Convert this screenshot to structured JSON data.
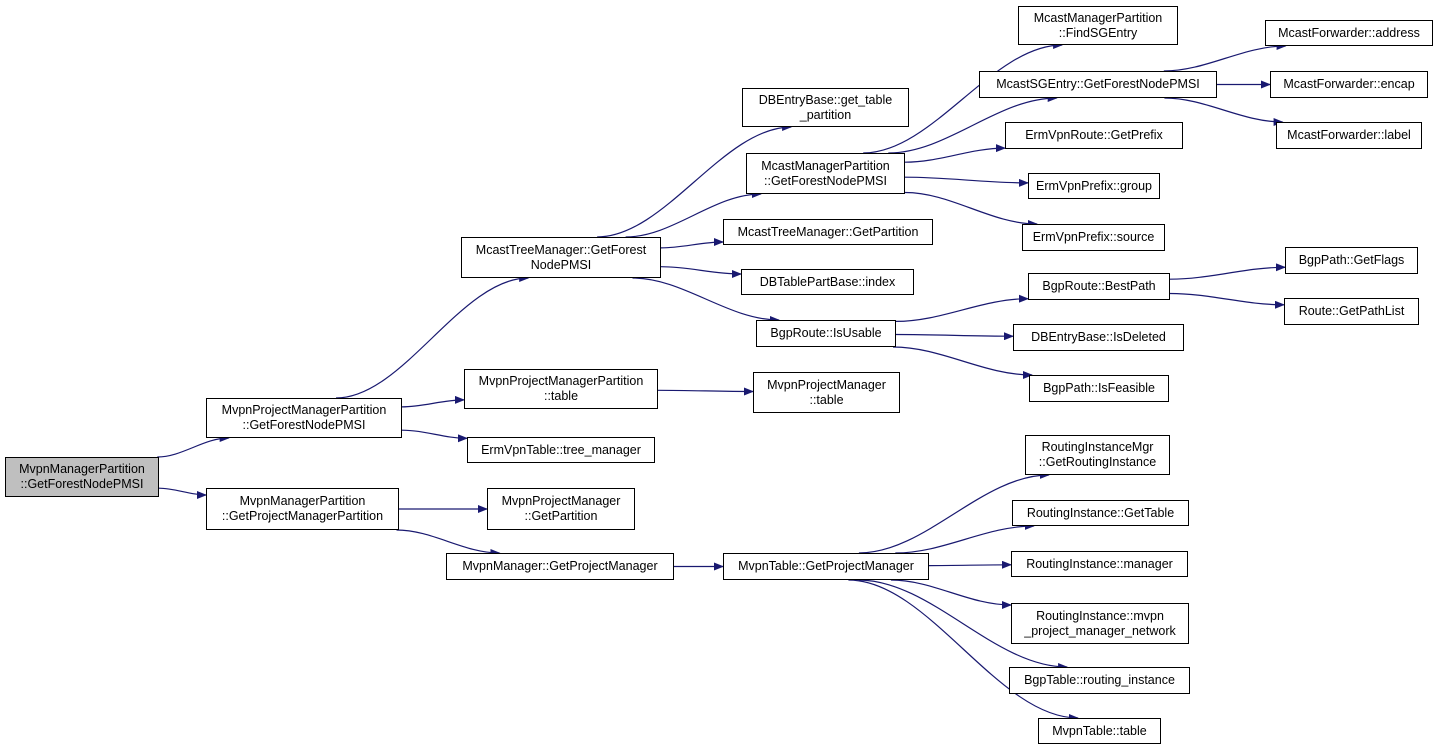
{
  "graph": {
    "colors": {
      "edge": "#191970",
      "node_border": "#000000",
      "root_fill": "#bfbfbf",
      "node_fill": "#ffffff"
    },
    "nodes": [
      {
        "id": "n0",
        "lines": [
          "MvpnManagerPartition",
          "::GetForestNodePMSI"
        ],
        "root": true
      },
      {
        "id": "n1",
        "lines": [
          "MvpnProjectManagerPartition",
          "::GetForestNodePMSI"
        ]
      },
      {
        "id": "n2",
        "lines": [
          "MvpnManagerPartition",
          "::GetProjectManagerPartition"
        ]
      },
      {
        "id": "n3",
        "lines": [
          "McastTreeManager::GetForest",
          "NodePMSI"
        ]
      },
      {
        "id": "n4",
        "lines": [
          "MvpnProjectManagerPartition",
          "::table"
        ]
      },
      {
        "id": "n5",
        "lines": [
          "ErmVpnTable::tree_manager"
        ]
      },
      {
        "id": "n6",
        "lines": [
          "DBEntryBase::get_table",
          "_partition"
        ]
      },
      {
        "id": "n7",
        "lines": [
          "McastManagerPartition",
          "::GetForestNodePMSI"
        ]
      },
      {
        "id": "n8",
        "lines": [
          "McastTreeManager::GetPartition"
        ]
      },
      {
        "id": "n9",
        "lines": [
          "DBTablePartBase::index"
        ]
      },
      {
        "id": "n10",
        "lines": [
          "BgpRoute::IsUsable"
        ]
      },
      {
        "id": "n11",
        "lines": [
          "McastManagerPartition",
          "::FindSGEntry"
        ]
      },
      {
        "id": "n12",
        "lines": [
          "McastSGEntry::GetForestNodePMSI"
        ]
      },
      {
        "id": "n13",
        "lines": [
          "ErmVpnRoute::GetPrefix"
        ]
      },
      {
        "id": "n14",
        "lines": [
          "ErmVpnPrefix::group"
        ]
      },
      {
        "id": "n15",
        "lines": [
          "ErmVpnPrefix::source"
        ]
      },
      {
        "id": "n16",
        "lines": [
          "McastForwarder::address"
        ]
      },
      {
        "id": "n17",
        "lines": [
          "McastForwarder::encap"
        ]
      },
      {
        "id": "n18",
        "lines": [
          "McastForwarder::label"
        ]
      },
      {
        "id": "n19",
        "lines": [
          "BgpRoute::BestPath"
        ]
      },
      {
        "id": "n20",
        "lines": [
          "DBEntryBase::IsDeleted"
        ]
      },
      {
        "id": "n21",
        "lines": [
          "BgpPath::IsFeasible"
        ]
      },
      {
        "id": "n22",
        "lines": [
          "BgpPath::GetFlags"
        ]
      },
      {
        "id": "n23",
        "lines": [
          "Route::GetPathList"
        ]
      },
      {
        "id": "n24",
        "lines": [
          "MvpnProjectManager",
          "::table"
        ]
      },
      {
        "id": "n25",
        "lines": [
          "MvpnProjectManager",
          "::GetPartition"
        ]
      },
      {
        "id": "n26",
        "lines": [
          "MvpnManager::GetProjectManager"
        ]
      },
      {
        "id": "n27",
        "lines": [
          "MvpnTable::GetProjectManager"
        ]
      },
      {
        "id": "n28",
        "lines": [
          "RoutingInstanceMgr",
          "::GetRoutingInstance"
        ]
      },
      {
        "id": "n29",
        "lines": [
          "RoutingInstance::GetTable"
        ]
      },
      {
        "id": "n30",
        "lines": [
          "RoutingInstance::manager"
        ]
      },
      {
        "id": "n31",
        "lines": [
          "RoutingInstance::mvpn",
          "_project_manager_network"
        ]
      },
      {
        "id": "n32",
        "lines": [
          "BgpTable::routing_instance"
        ]
      },
      {
        "id": "n33",
        "lines": [
          "MvpnTable::table"
        ]
      }
    ],
    "edges": [
      [
        "n0",
        "n1"
      ],
      [
        "n0",
        "n2"
      ],
      [
        "n1",
        "n3"
      ],
      [
        "n1",
        "n4"
      ],
      [
        "n1",
        "n5"
      ],
      [
        "n2",
        "n25"
      ],
      [
        "n2",
        "n26"
      ],
      [
        "n3",
        "n6"
      ],
      [
        "n3",
        "n7"
      ],
      [
        "n3",
        "n8"
      ],
      [
        "n3",
        "n9"
      ],
      [
        "n3",
        "n10"
      ],
      [
        "n4",
        "n24"
      ],
      [
        "n7",
        "n11"
      ],
      [
        "n7",
        "n12"
      ],
      [
        "n7",
        "n13"
      ],
      [
        "n7",
        "n14"
      ],
      [
        "n7",
        "n15"
      ],
      [
        "n12",
        "n16"
      ],
      [
        "n12",
        "n17"
      ],
      [
        "n12",
        "n18"
      ],
      [
        "n10",
        "n19"
      ],
      [
        "n10",
        "n20"
      ],
      [
        "n10",
        "n21"
      ],
      [
        "n19",
        "n22"
      ],
      [
        "n19",
        "n23"
      ],
      [
        "n26",
        "n27"
      ],
      [
        "n27",
        "n28"
      ],
      [
        "n27",
        "n29"
      ],
      [
        "n27",
        "n30"
      ],
      [
        "n27",
        "n31"
      ],
      [
        "n27",
        "n32"
      ],
      [
        "n27",
        "n33"
      ]
    ]
  }
}
